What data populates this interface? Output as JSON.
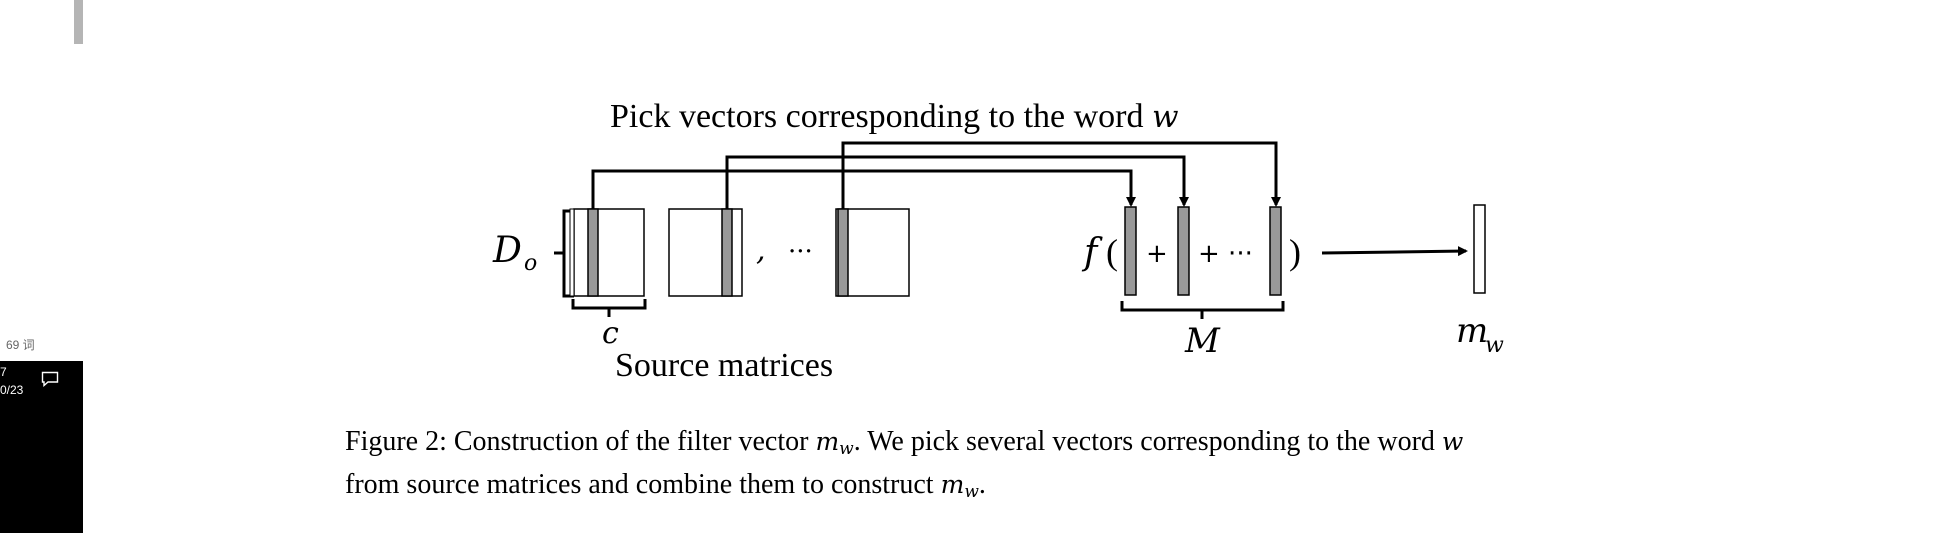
{
  "figure": {
    "title_prefix": "Pick vectors corresponding to the word ",
    "title_var": "w",
    "do_label": "D",
    "do_sub": "o",
    "c_label": "c",
    "comma": ",",
    "dots": "···",
    "source_label": "Source matrices",
    "f_label": "f",
    "open_paren": "(",
    "close_paren": ")",
    "plus": "+",
    "plus_dots": "+ ···",
    "m_label": "M",
    "mw_label": "m",
    "mw_sub": "w"
  },
  "caption": {
    "prefix": "Figure 2: Construction of the filter vector ",
    "var1": "m",
    "var1_sub": "w",
    "middle": ". We pick several vectors corresponding to the word ",
    "var2": "w",
    "line2_prefix": "from source matrices and combine them to construct ",
    "var3": "m",
    "var3_sub": "w",
    "end": "."
  },
  "ui": {
    "word_count": "69 词",
    "clock_time": "7",
    "clock_date": "0/23",
    "notification_icon": "chat-bubble-icon"
  }
}
